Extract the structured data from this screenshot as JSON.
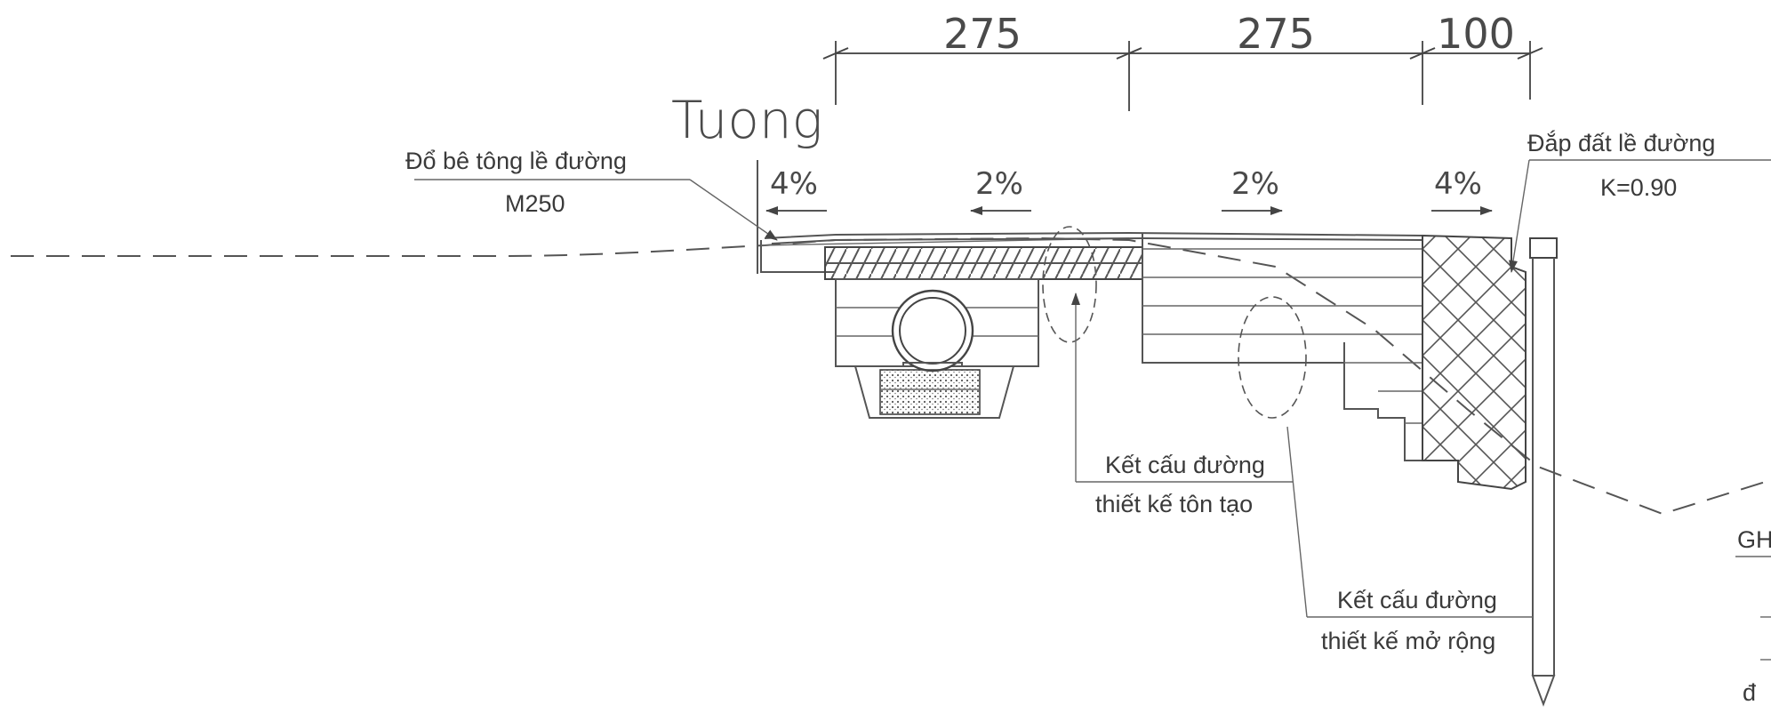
{
  "dimensions": {
    "d1": "275",
    "d2": "275",
    "d3": "100"
  },
  "labels": {
    "tuong": "Tuong",
    "concrete_line1": "Đổ bê tông lề đường",
    "concrete_line2": "M250",
    "fill_line1": "Đắp đất lề đường",
    "fill_line2": "K=0.90",
    "design_line1": "Kết cấu đường",
    "design_line2": "thiết kế tôn tạo",
    "expand_line1": "Kết cấu đường",
    "expand_line2": "thiết kế mở rộng",
    "partial_gh": "GH",
    "partial_d": "đ"
  },
  "slopes": {
    "s1": "4%",
    "s2": "2%",
    "s3": "2%",
    "s4": "4%"
  }
}
